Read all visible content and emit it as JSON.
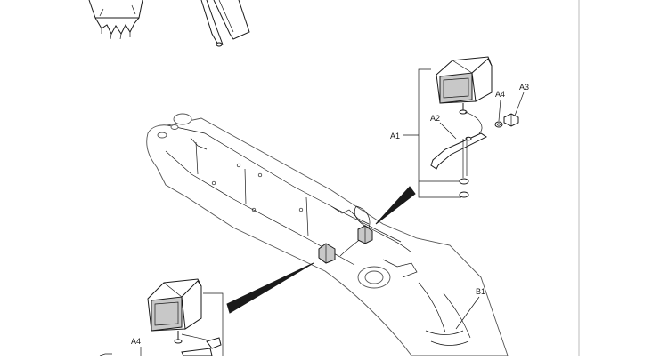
{
  "callouts": {
    "a1_top": "A1",
    "a2_top": "A2",
    "a3_top": "A3",
    "a4_top": "A4",
    "b1": "B1",
    "a4_bottom": "A4"
  },
  "colors": {
    "line": "#1a1a1a",
    "shade": "#c8c8c8",
    "background": "#ffffff"
  }
}
